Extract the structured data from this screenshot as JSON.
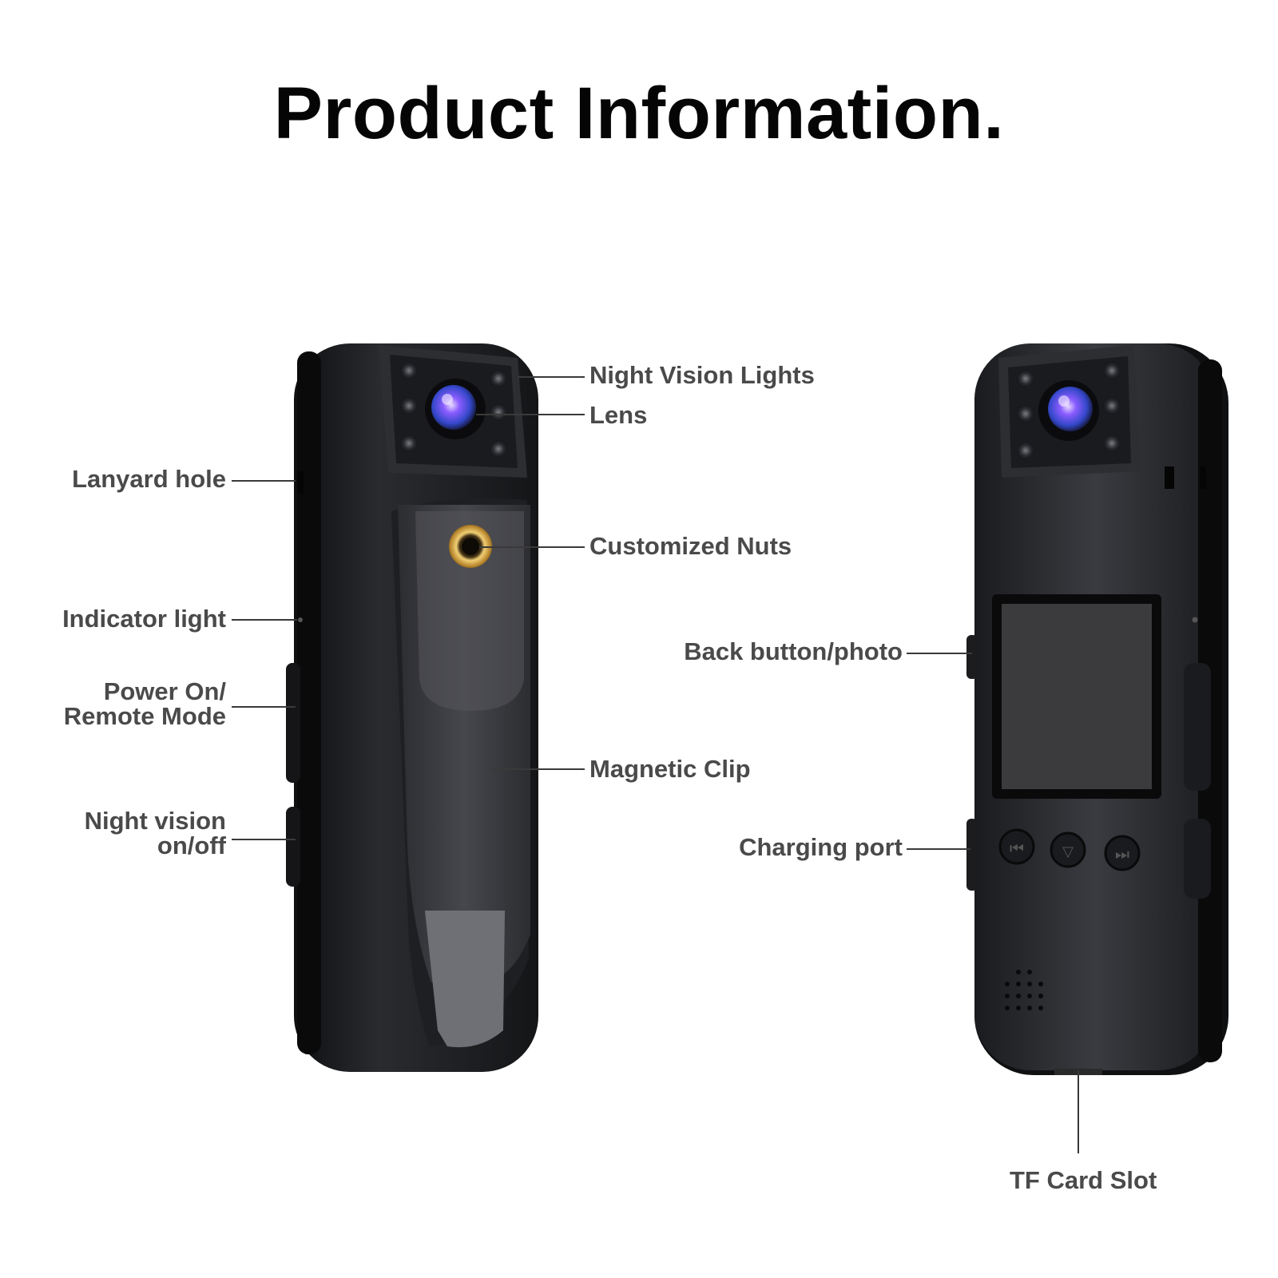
{
  "title": "Product Information.",
  "callouts": {
    "night_vision_lights": "Night Vision Lights",
    "lens": "Lens",
    "lanyard_hole": "Lanyard hole",
    "customized_nuts": "Customized Nuts",
    "indicator_light": "Indicator light",
    "power_on_line1": "Power On/",
    "power_on_line2": "Remote Mode",
    "magnetic_clip": "Magnetic Clip",
    "night_vision_line1": "Night vision",
    "night_vision_line2": "on/off",
    "back_button": "Back button/photo",
    "charging_port": "Charging port",
    "tf_card_slot": "TF Card Slot"
  },
  "colors": {
    "body": "#1b1c1f",
    "panel": "#2a2b2f",
    "screen": "#3b3b3d",
    "lens_rim": "#0d0d10",
    "lens_glow": "#7b5cff",
    "nut": "#c99a3c"
  }
}
